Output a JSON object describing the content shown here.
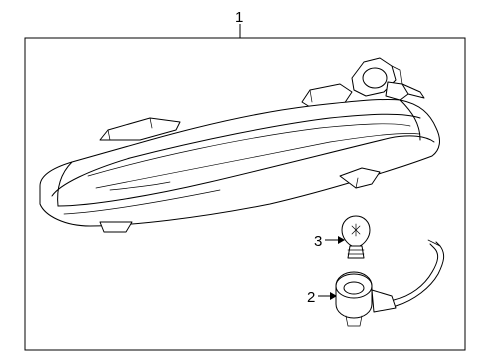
{
  "callouts": {
    "assembly": "1",
    "socket": "2",
    "bulb": "3"
  }
}
